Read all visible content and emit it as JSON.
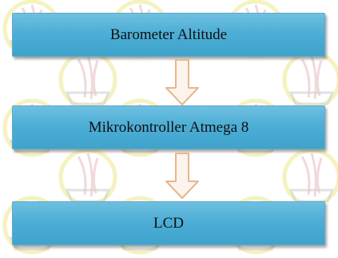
{
  "diagram": {
    "nodes": [
      {
        "id": "barometer",
        "label": "Barometer Altitude"
      },
      {
        "id": "mcu",
        "label": "Mikrokontroller Atmega 8"
      },
      {
        "id": "lcd",
        "label": "LCD"
      }
    ],
    "edges": [
      {
        "from": "barometer",
        "to": "mcu"
      },
      {
        "from": "mcu",
        "to": "lcd"
      }
    ]
  },
  "colors": {
    "box_fill": "#4daed6",
    "box_border": "#5ea9cc",
    "arrow_outline": "#e9b68a",
    "watermark": "#e8e25a"
  }
}
